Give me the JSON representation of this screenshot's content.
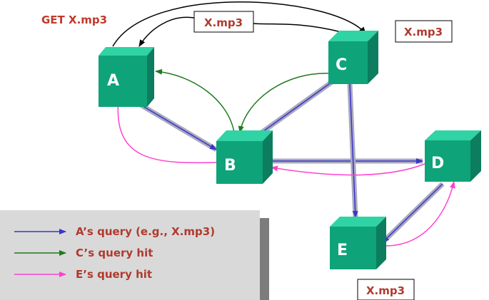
{
  "get_request": "GET X.mp3",
  "nodes": {
    "a": "A",
    "b": "B",
    "c": "C",
    "d": "D",
    "e": "E"
  },
  "files": {
    "query_label": "X.mp3",
    "at_c": "X.mp3",
    "at_e": "X.mp3"
  },
  "legend": {
    "items": [
      {
        "label": "A’s query (e.g., X.mp3)",
        "color": "#3b35c8"
      },
      {
        "label": "C’s query hit",
        "color": "#1f7a1f"
      },
      {
        "label": "E’s query hit",
        "color": "#ff40d0"
      }
    ]
  },
  "colors": {
    "node_front": "#0fa37a",
    "node_top": "#2fd3a4",
    "node_side": "#0c7d5e",
    "query": "#3b35c8",
    "query_shadow": "#a9a9bf",
    "c_hit": "#1f7a1f",
    "e_hit": "#ff40d0"
  }
}
